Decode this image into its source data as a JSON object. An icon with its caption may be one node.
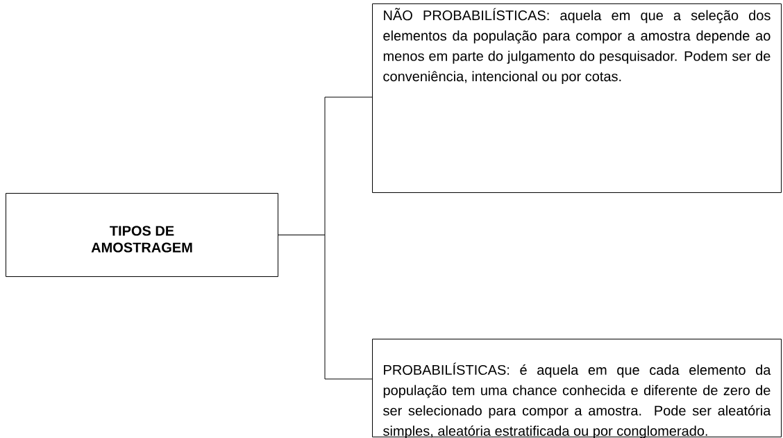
{
  "diagram": {
    "nodes": [
      {
        "text": [
          "TIPOS DE AMOSTRAGEM"
        ]
      },
      {
        "text": [
          "NÃO PROBABILÍSTICAS: aquela em que a seleção dos elementos da população para compor a amostra depende ao menos em parte do julgamento do pesquisador. Podem ser de conveniência, intencional ou por cotas."
        ]
      },
      {
        "text": [
          "PROBABILÍSTICAS: é aquela em que cada elemento da população tem uma chance conhecida e diferente de zero de ser selecionado para compor a amostra. Pode ser aleatória simples, aleatória estratificada ou por conglomerado."
        ]
      }
    ],
    "edges": [
      {
        "from": 0,
        "to": 1,
        "arrow": "none"
      },
      {
        "from": 0,
        "to": 2,
        "arrow": "none"
      }
    ]
  }
}
